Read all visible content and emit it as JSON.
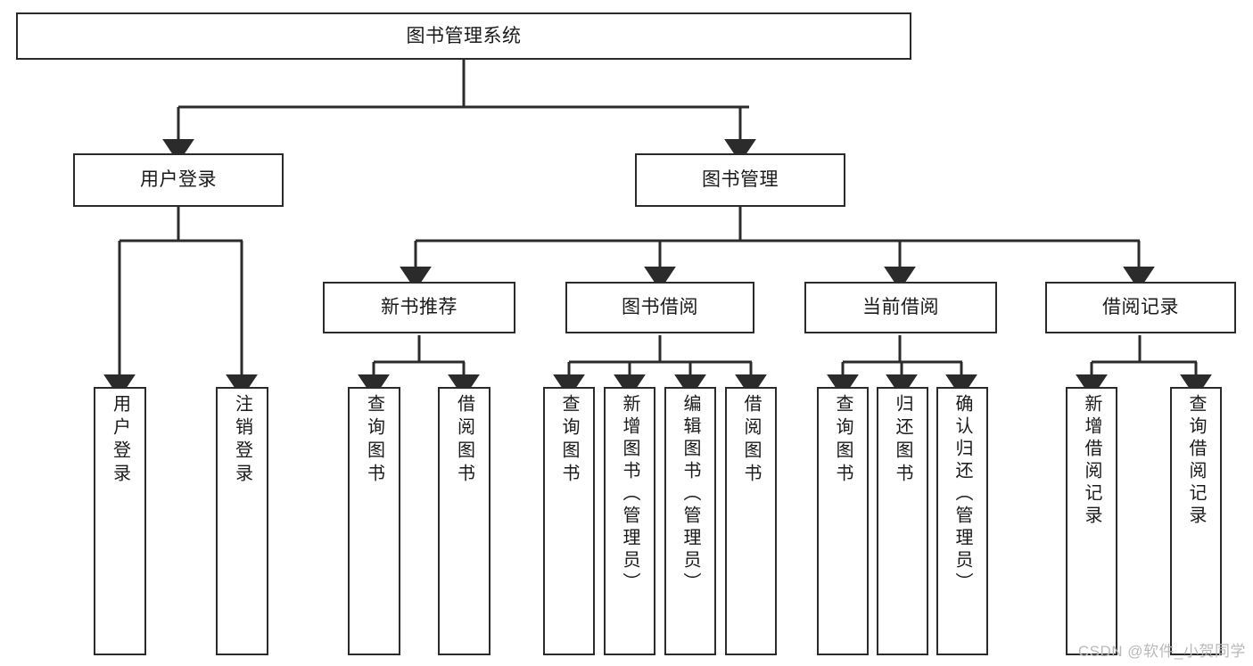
{
  "diagram": {
    "title": "图书管理系统",
    "type": "tree",
    "watermark": "CSDN @软件_小贺同学",
    "colors": {
      "stroke": "#2b2b2b",
      "fill": "#ffffff",
      "text": "#1a1a1a",
      "watermark": "#b9b9b9"
    },
    "root": {
      "label": "图书管理系统"
    },
    "level1": [
      {
        "label": "用户登录"
      },
      {
        "label": "图书管理"
      }
    ],
    "level2": [
      {
        "label": "新书推荐"
      },
      {
        "label": "图书借阅"
      },
      {
        "label": "当前借阅"
      },
      {
        "label": "借阅记录"
      }
    ],
    "leaves": {
      "user_login": [
        {
          "label": "用户登录"
        },
        {
          "label": "注销登录"
        }
      ],
      "new_book": [
        {
          "label": "查询图书"
        },
        {
          "label": "借阅图书"
        }
      ],
      "book_borrow": [
        {
          "label": "查询图书"
        },
        {
          "label": "新增图书（管理员）"
        },
        {
          "label": "编辑图书（管理员）"
        },
        {
          "label": "借阅图书"
        }
      ],
      "current_borrow": [
        {
          "label": "查询图书"
        },
        {
          "label": "归还图书"
        },
        {
          "label": "确认归还（管理员）"
        }
      ],
      "borrow_record": [
        {
          "label": "新增借阅记录"
        },
        {
          "label": "查询借阅记录"
        }
      ]
    }
  }
}
